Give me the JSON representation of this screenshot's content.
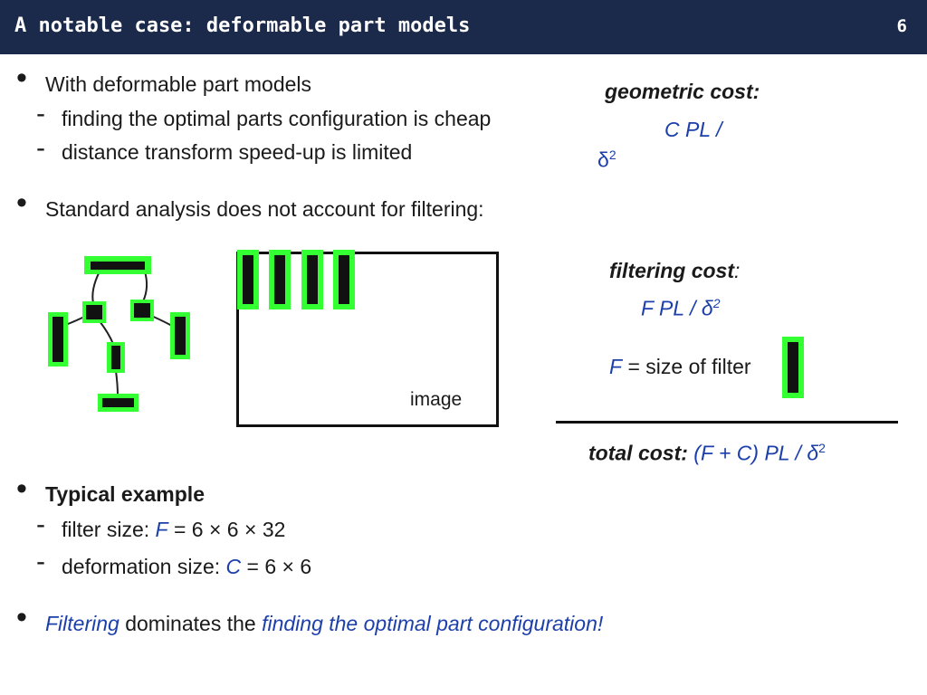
{
  "header": {
    "title": "A notable case: deformable part models",
    "page_number": "6"
  },
  "bullets": {
    "b1": {
      "text": "With deformable part models"
    },
    "b1_sub1": "finding the optimal parts configuration is cheap",
    "b1_sub2": "distance transform speed-up is limited",
    "b2": "Standard analysis does not account for filtering:",
    "b3": "Typical example",
    "b3_sub1": {
      "prefix": "filter size: ",
      "var": "F",
      "rest": " = 6 × 6 × 32"
    },
    "b3_sub2": {
      "prefix": "deformation size: ",
      "var": "C",
      "rest": " = 6 × 6"
    },
    "b4": {
      "part1": "Filtering",
      "part2": " dominates the ",
      "part3": "finding the optimal part configuration!"
    }
  },
  "costs": {
    "geometric_label": "geometric cost:",
    "geometric_formula": "C PL /",
    "geometric_delta": "δ",
    "geometric_exp": "2",
    "filtering_label": "filtering cost",
    "filtering_colon": ":",
    "filtering_formula": "F PL / δ",
    "filtering_exp": "2",
    "filter_def_var": "F",
    "filter_def_text": " = size of filter",
    "total_label": "total cost:",
    "total_formula": "(F + C)  PL / δ",
    "total_exp": "2"
  },
  "figure": {
    "image_label": "image"
  },
  "colors": {
    "header_bg": "#1b2a4a",
    "accent_green": "#33ff33",
    "text_blue": "#1c3faa"
  }
}
